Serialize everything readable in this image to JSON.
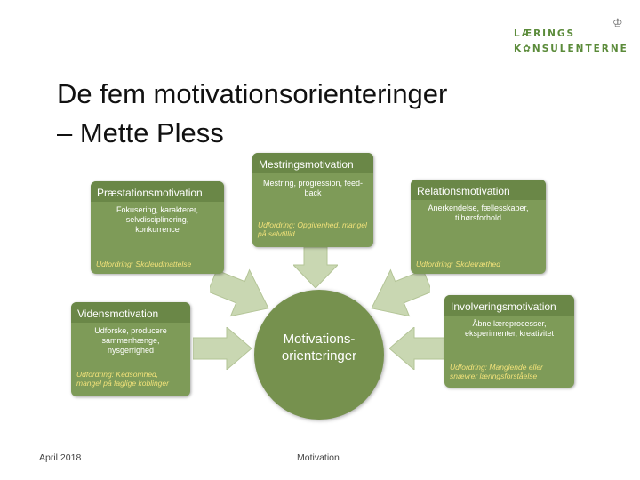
{
  "logo": {
    "line1": "LÆRINGS",
    "line2": "K✿NSULENTERNE"
  },
  "title": {
    "line1": "De fem motivationsorienteringer",
    "line2": "– Mette Pless"
  },
  "diagram": {
    "center": {
      "line1": "Motivations-",
      "line2": "orienteringer"
    },
    "boxes": {
      "mestring": {
        "title": "Mestringsmotivation",
        "body": "Mestring, progression, feed-back",
        "challenge": "Udfordring: Opgivenhed, mangel på selvtillid"
      },
      "praestation": {
        "title": "Præstationsmotivation",
        "body": "Fokusering, karakterer, selvdisciplinering, konkurrence",
        "challenge": "Udfordring: Skoleudmattelse"
      },
      "relation": {
        "title": "Relationsmotivation",
        "body": "Anerkendelse, fællesskaber, tilhørsforhold",
        "challenge": "Udfordring: Skoletræthed"
      },
      "viden": {
        "title": "Vidensmotivation",
        "body": "Udforske, producere sammenhænge, nysgerrighed",
        "challenge": "Udfordring: Kedsomhed, mangel på faglige koblinger"
      },
      "involvering": {
        "title": "Involveringsmotivation",
        "body": "Åbne læreprocesser, eksperimenter, kreativitet",
        "challenge": "Udfordring: Manglende eller snævrer læringsforståelse"
      }
    }
  },
  "footer": {
    "date": "April 2018",
    "topic": "Motivation"
  },
  "colors": {
    "green": "#7e9b58",
    "dark_green": "#6a8747",
    "challenge_text": "#f2e27a",
    "arrow": "#c9d7b2"
  }
}
